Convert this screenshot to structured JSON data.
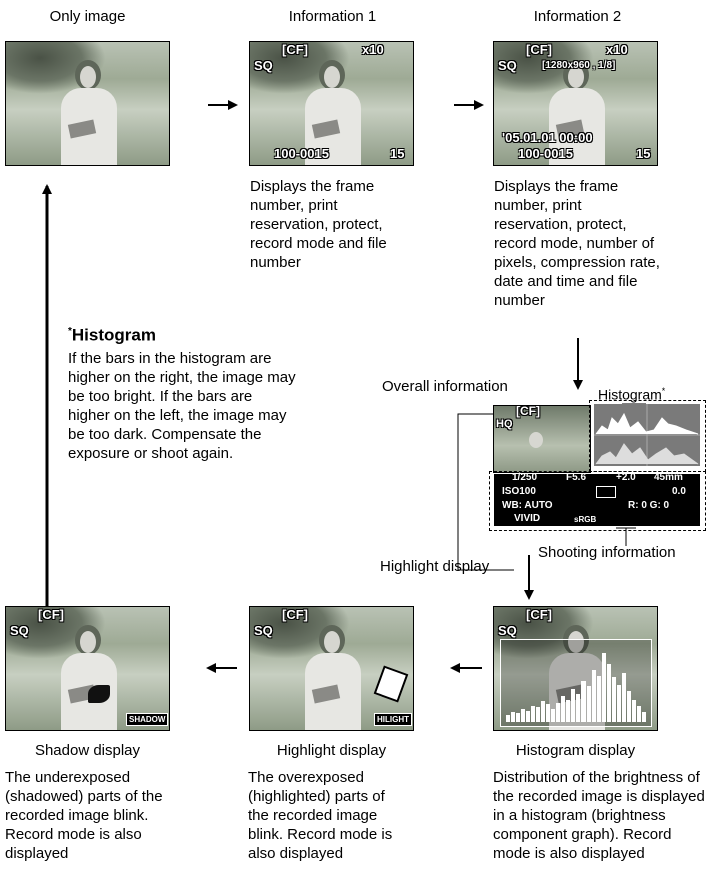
{
  "top_row": {
    "only_image": {
      "title": "Only image"
    },
    "info1": {
      "title": "Information 1",
      "overlay": {
        "card": "[CF]",
        "copies": "x10",
        "mode": "SQ",
        "file": "100-0015",
        "frame": "15"
      },
      "desc": "Displays the frame number, print reservation, protect, record mode and file number"
    },
    "info2": {
      "title": "Information 2",
      "overlay": {
        "card": "[CF]",
        "copies": "x10",
        "mode": "SQ",
        "pixels": "[1280x960 , 1/8]",
        "datetime": "'05.01.01  00:00",
        "file": "100-0015",
        "frame": "15"
      },
      "desc": "Displays the frame number, print reservation, protect, record mode, number of pixels, compression rate, date and time and file number"
    }
  },
  "histogram_note": {
    "heading_star": "*",
    "heading": "Histogram",
    "body": "If the bars in the histogram are higher on the right, the image may be too bright. If the bars are higher on the left, the image may be too dark. Compensate the exposure or shoot again."
  },
  "overall": {
    "label": "Overall information",
    "histogram_label": "Histogram",
    "histogram_star": "*",
    "thumb": {
      "card": "[CF]",
      "mode": "HQ"
    },
    "shooting": {
      "shutter": "1/250",
      "aperture": "F5.6",
      "ev": "+2.0",
      "focal": "45mm",
      "iso": "ISO100",
      "flash": "0.0",
      "wb": "WB: AUTO",
      "rg": "R: 0  G: 0",
      "picture": "VIVID",
      "space": "sRGB"
    },
    "highlight_label": "Highlight display",
    "shooting_label": "Shooting information"
  },
  "bottom_row": {
    "shadow": {
      "title": "Shadow display",
      "overlay": {
        "card": "[CF]",
        "mode": "SQ",
        "tag": "SHADOW"
      },
      "desc": "The underexposed (shadowed) parts of the recorded image blink. Record mode is also displayed"
    },
    "highlight": {
      "title": "Highlight display",
      "overlay": {
        "card": "[CF]",
        "mode": "SQ",
        "tag": "HILIGHT"
      },
      "desc": "The overexposed (highlighted) parts of the recorded image blink. Record mode is also displayed"
    },
    "histogram": {
      "title": "Histogram display",
      "overlay": {
        "card": "[CF]",
        "mode": "SQ"
      },
      "desc": "Distribution of the brightness of the recorded image is displayed in a histogram (brightness component graph). Record mode is also displayed"
    }
  }
}
